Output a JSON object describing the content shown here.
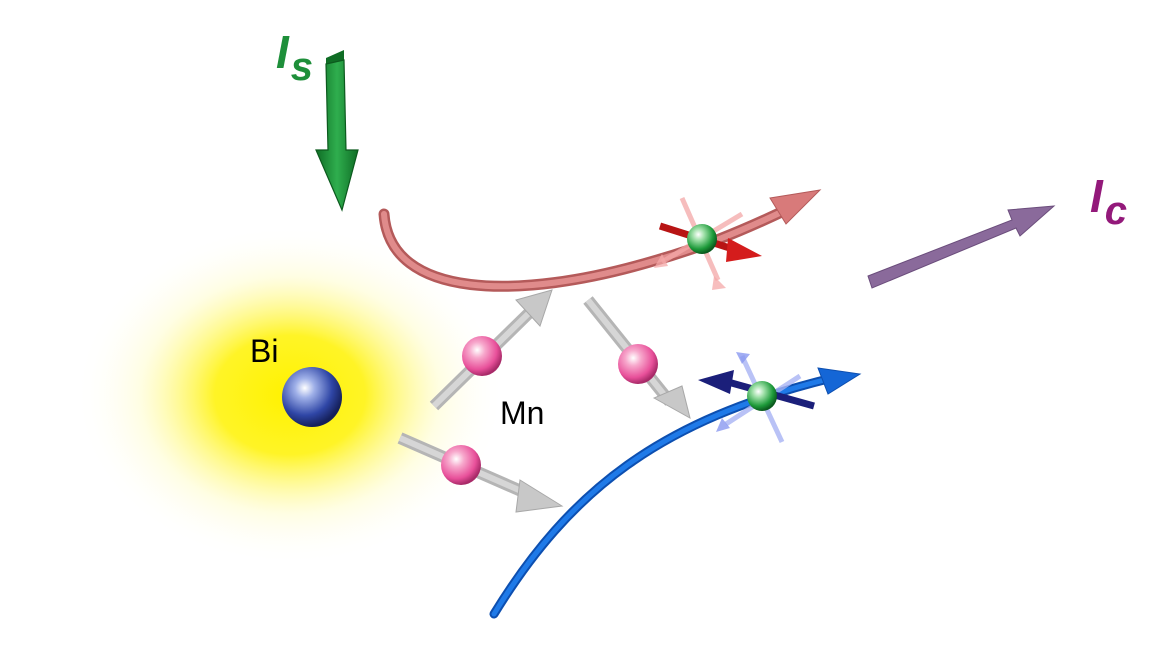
{
  "labels": {
    "spin_current": {
      "main": "I",
      "sub": "s"
    },
    "charge_current": {
      "main": "I",
      "sub": "c"
    },
    "bismuth": "Bi",
    "manganese": "Mn"
  },
  "colors": {
    "spin_current": "#1e8f3a",
    "charge_current": "#93197a",
    "charge_arrow": "#8a6a9b",
    "upper_path": "#d87a7a",
    "lower_path": "#1466d6",
    "glow": "#fff200",
    "bi_atom": "#2f46a6",
    "mn_atom": "#e8509a",
    "electron": "#1d9a3a",
    "mn_spin_arrow": "#c8c8c8",
    "spin_red": "#d41c1c",
    "spin_navy": "#1b1f7a"
  }
}
